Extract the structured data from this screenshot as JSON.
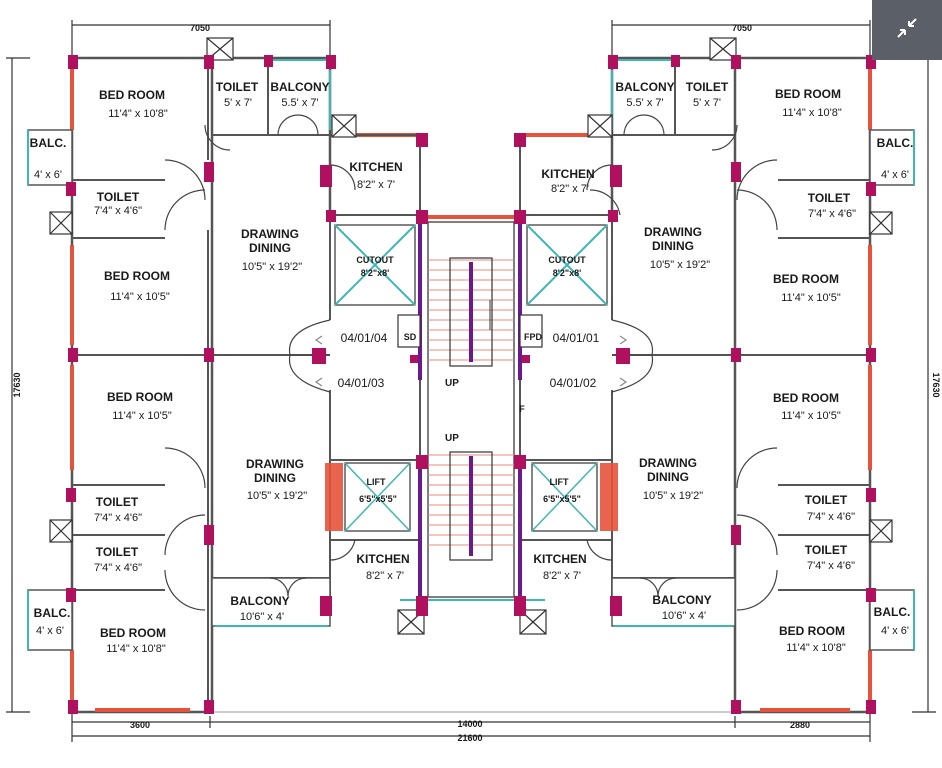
{
  "dimensions": {
    "top_left": "7050",
    "top_right": "7050",
    "left_side": "17630",
    "right_side": "17630",
    "bottom_left": "3600",
    "bottom_right": "2880",
    "bottom_middle": "14000",
    "bottom_total": "21600"
  },
  "units": {
    "u1": "04/01/01",
    "u2": "04/01/02",
    "u3": "04/01/03",
    "u4": "04/01/04"
  },
  "core": {
    "up1": "UP",
    "up2": "UP",
    "lift_label": "LIFT",
    "lift_size": "6'5\"x5'5\"",
    "cutout_label": "CUTOUT",
    "cutout_size": "8'2\"x8'",
    "shaft_left": "SD",
    "shaft_right": "FPD",
    "mid_mark": "F"
  },
  "rooms": {
    "bed": "BED ROOM",
    "bed_1": "11'4\" x 10'8\"",
    "bed_2": "11'4\" x 10'5\"",
    "toilet": "TOILET",
    "toilet_small": "5' x 7'",
    "toilet_large": "7'4\" x 4'6\"",
    "balcony": "BALCONY",
    "balcony_top": "5.5' x 7'",
    "balcony_bottom": "10'6\" x 4'",
    "balc": "BALC.",
    "balc_size": "4' x 6'",
    "kitchen": "KITCHEN",
    "kitchen_size": "8'2\" x 7'",
    "drawing": "DRAWING",
    "dining": "DINING",
    "drawing_size": "10'5\" x 19'2\""
  },
  "icons": [
    "minimize-arrows-icon"
  ]
}
